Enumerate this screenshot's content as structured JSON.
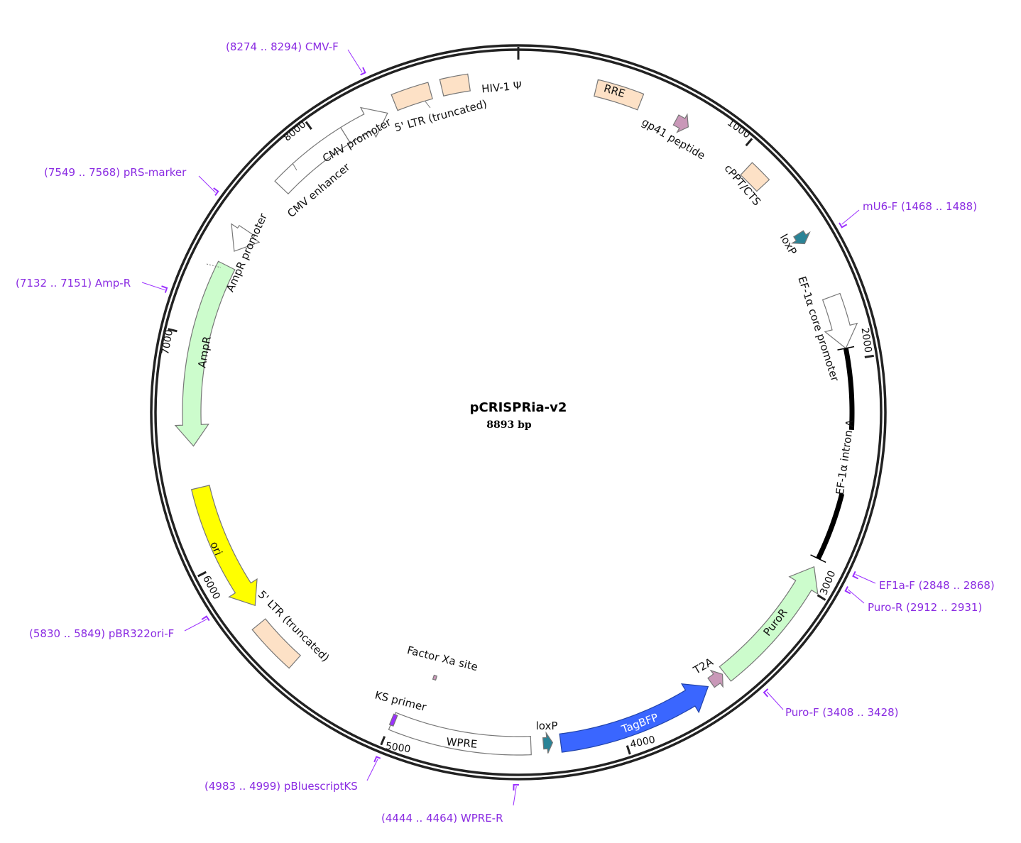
{
  "plasmid": {
    "name": "pCRISPRia-v2",
    "length_label": "8893 bp",
    "length": 8893
  },
  "colors": {
    "peach": "#fde1c6",
    "green": "#ccfccc",
    "yellow": "#ffff00",
    "blue": "#3a66ff",
    "pink": "#c998b8",
    "teal": "#2a8396",
    "primer": "#9b30ff",
    "white": "#ffffff"
  },
  "ticks": [
    {
      "bp": 1000,
      "label": "1000"
    },
    {
      "bp": 2000,
      "label": "2000"
    },
    {
      "bp": 3000,
      "label": "3000"
    },
    {
      "bp": 4000,
      "label": "4000"
    },
    {
      "bp": 5000,
      "label": "5000"
    },
    {
      "bp": 6000,
      "label": "6000"
    },
    {
      "bp": 7000,
      "label": "7000"
    },
    {
      "bp": 8000,
      "label": "8000"
    }
  ],
  "features": [
    {
      "name": "RRE",
      "start": 333,
      "end": 531,
      "dir": 0,
      "color": "peach",
      "track": "outer"
    },
    {
      "name": "gp41 peptide",
      "start": 700,
      "end": 760,
      "dir": 1,
      "color": "pink",
      "track": "small"
    },
    {
      "name": "cPPT/CTS",
      "start": 1065,
      "end": 1165,
      "dir": 0,
      "color": "peach",
      "track": "outer"
    },
    {
      "name": "loxP",
      "start": 1420,
      "end": 1470,
      "dir": 1,
      "color": "teal",
      "track": "small"
    },
    {
      "name": "EF-1α core promoter",
      "start": 1722,
      "end": 1950,
      "dir": 1,
      "color": "white",
      "track": "mid"
    },
    {
      "name": "EF-1α intron A",
      "start": 1950,
      "end": 2866,
      "dir": 0,
      "color": "black",
      "track": "line"
    },
    {
      "name": "PuroR",
      "start": 2905,
      "end": 3500,
      "dir": -1,
      "color": "green",
      "track": "mid"
    },
    {
      "name": "T2A",
      "start": 3510,
      "end": 3570,
      "dir": -1,
      "color": "pink",
      "track": "small"
    },
    {
      "name": "TagBFP",
      "start": 3590,
      "end": 4266,
      "dir": -1,
      "color": "blue",
      "track": "mid"
    },
    {
      "name": "loxP",
      "start": 4300,
      "end": 4340,
      "dir": -1,
      "color": "teal",
      "track": "small"
    },
    {
      "name": "WPRE",
      "start": 4393,
      "end": 4995,
      "dir": 0,
      "color": "white",
      "track": "mid"
    },
    {
      "name": "KS primer",
      "start": 4983,
      "end": 5000,
      "dir": 0,
      "color": "primer",
      "track": "small"
    },
    {
      "name": "Factor Xa site",
      "start": 4870,
      "end": 4885,
      "dir": 0,
      "color": "pink",
      "track": "inner"
    },
    {
      "name": "5' LTR (truncated)",
      "start": 5480,
      "end": 5700,
      "dir": 0,
      "color": "peach",
      "track": "outer2"
    },
    {
      "name": "ori",
      "start": 5773,
      "end": 6341,
      "dir": -1,
      "color": "yellow",
      "track": "mid2"
    },
    {
      "name": "AmpR",
      "start": 6523,
      "end": 7330,
      "dir": -1,
      "color": "green",
      "track": "mid2"
    },
    {
      "name": "AmpR promoter",
      "start": 7400,
      "end": 7505,
      "dir": -1,
      "color": "white",
      "track": "mid2"
    },
    {
      "name": "CMV enhancer",
      "start": 7745,
      "end": 8104,
      "dir": 0,
      "color": "white",
      "track": "mid2"
    },
    {
      "name": "CMV promoter",
      "start": 8104,
      "end": 8310,
      "dir": 1,
      "color": "white",
      "track": "mid2"
    },
    {
      "name": "5' LTR (truncated)",
      "start": 8355,
      "end": 8515,
      "dir": 0,
      "color": "peach",
      "track": "outer"
    },
    {
      "name": "HIV-1 Ψ",
      "start": 8565,
      "end": 8683,
      "dir": 0,
      "color": "peach",
      "track": "outer"
    }
  ],
  "primers": [
    {
      "label": "(8274 .. 8294)  CMV-F",
      "start": 8274,
      "end": 8294
    },
    {
      "label": "(7549 .. 7568)  pRS-marker",
      "start": 7549,
      "end": 7568
    },
    {
      "label": "(7132 .. 7151)  Amp-R",
      "start": 7132,
      "end": 7151
    },
    {
      "label": "mU6-F   (1468 .. 1488)",
      "start": 1468,
      "end": 1488
    },
    {
      "label": "EF1a-F   (2848 .. 2868)",
      "start": 2848,
      "end": 2868
    },
    {
      "label": "Puro-R   (2912 .. 2931)",
      "start": 2912,
      "end": 2931
    },
    {
      "label": "Puro-F   (3408 .. 3428)",
      "start": 3408,
      "end": 3428
    },
    {
      "label": "(4444 .. 4464)  WPRE-R",
      "start": 4444,
      "end": 4464
    },
    {
      "label": "(4983 .. 4999)  pBluescriptKS",
      "start": 4983,
      "end": 4999
    },
    {
      "label": "(5830 .. 5849)  pBR322ori-F",
      "start": 5830,
      "end": 5849
    }
  ]
}
